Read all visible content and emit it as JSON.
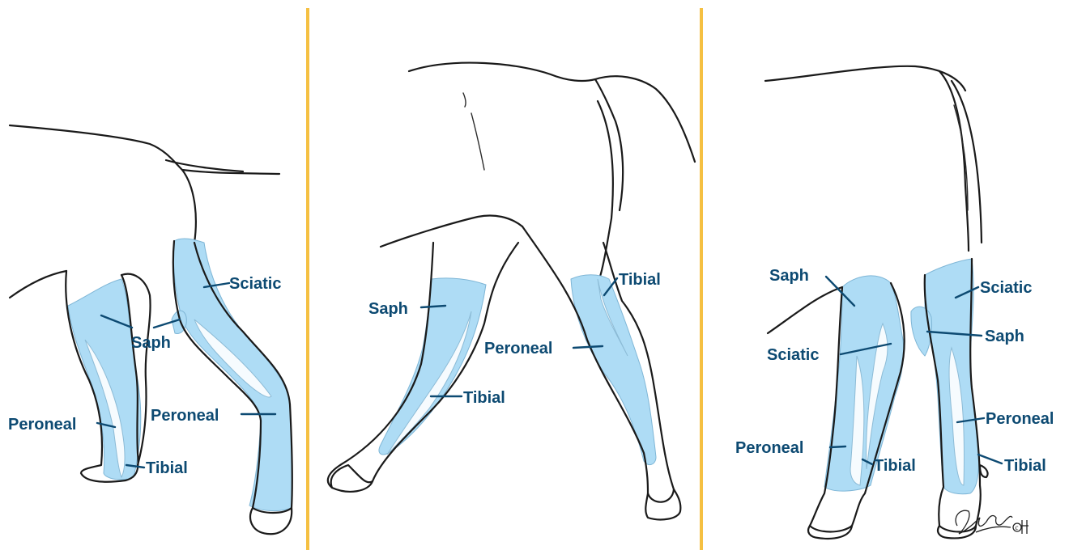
{
  "colors": {
    "nerve_zone": "#aedcf5",
    "label": "#0d4a72",
    "divider": "#f5c042",
    "outline": "#1a1a1a"
  },
  "panels": [
    {
      "id": "dog-hindlimb",
      "labels": {
        "sciatic": "Sciatic",
        "saph": "Saph",
        "peroneal_left": "Peroneal",
        "peroneal_right": "Peroneal",
        "tibial": "Tibial"
      }
    },
    {
      "id": "horse-hindlimb-side",
      "labels": {
        "saph": "Saph",
        "tibial_top": "Tibial",
        "peroneal": "Peroneal",
        "tibial_bottom": "Tibial"
      }
    },
    {
      "id": "horse-hindlimb-rear",
      "labels": {
        "saph_left": "Saph",
        "sciatic_right": "Sciatic",
        "sciatic_center": "Sciatic",
        "saph_right": "Saph",
        "peroneal_right": "Peroneal",
        "peroneal_left": "Peroneal",
        "tibial_center": "Tibial",
        "tibial_right": "Tibial"
      }
    }
  ]
}
